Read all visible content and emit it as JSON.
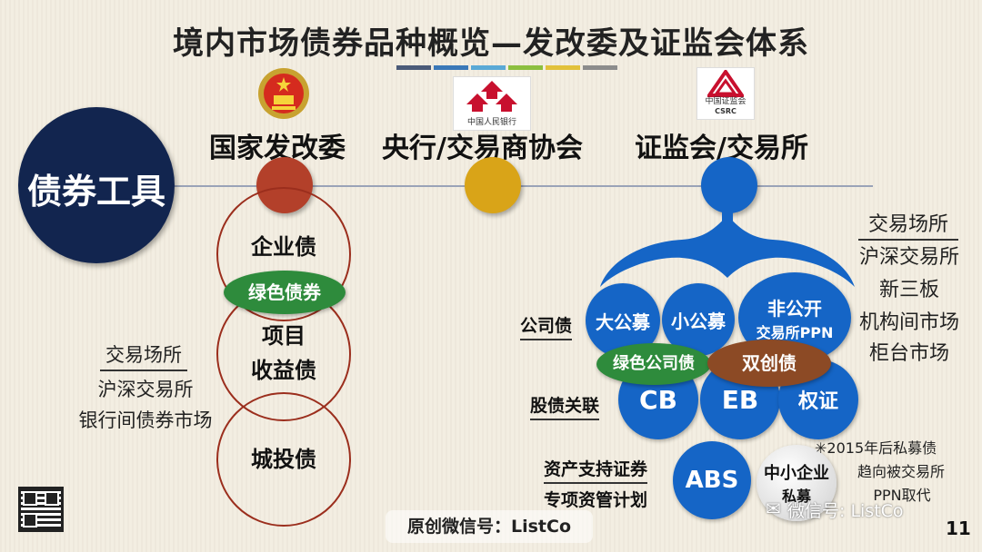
{
  "title": "境内市场债券品种概览—发改委及证监会体系",
  "colors": {
    "navy": "#12254f",
    "red": "#b3402a",
    "gold": "#d9a418",
    "blue": "#1565c6",
    "green": "#2e8b3c",
    "brown": "#8c4a25"
  },
  "root_label": "债券工具",
  "regulators": [
    {
      "name": "国家发改委",
      "logo": "national-emblem-icon"
    },
    {
      "name": "央行/交易商协会",
      "logo": "pboc-logo-icon",
      "logo_text": "中国人民银行"
    },
    {
      "name": "证监会/交易所",
      "logo": "csrc-logo-icon",
      "logo_text_cn": "中国证监会",
      "logo_text_en": "CSRC"
    }
  ],
  "ndrc": {
    "rings": [
      "企业债",
      "项目",
      "收益债",
      "城投债"
    ],
    "green_bond": "绿色债券",
    "venue_title": "交易场所",
    "venues": [
      "沪深交易所",
      "银行间债券市场"
    ]
  },
  "csrc": {
    "venue_title": "交易场所",
    "venues": [
      "沪深交易所",
      "新三板",
      "机构间市场",
      "柜台市场"
    ],
    "corp_label": "公司债",
    "equity_label": "股债关联",
    "abs_label_1": "资产支持证券",
    "abs_label_2": "专项资管计划",
    "bubbles": {
      "big_offering": "大公募",
      "small_offering": "小公募",
      "private_1": "非公开",
      "private_2": "交易所PPN",
      "cb": "CB",
      "eb": "EB",
      "warrant": "权证",
      "abs": "ABS",
      "sme": "中小企业",
      "sme_2": "私募"
    },
    "green_corp": "绿色公司债",
    "innovation": "双创债",
    "note_1": "✳2015年后私募债",
    "note_2": "趋向被交易所",
    "note_3": "PPN取代"
  },
  "footer": {
    "source": "原创微信号：ListCo",
    "watermark": "微信号: ListCo",
    "page": "11"
  }
}
